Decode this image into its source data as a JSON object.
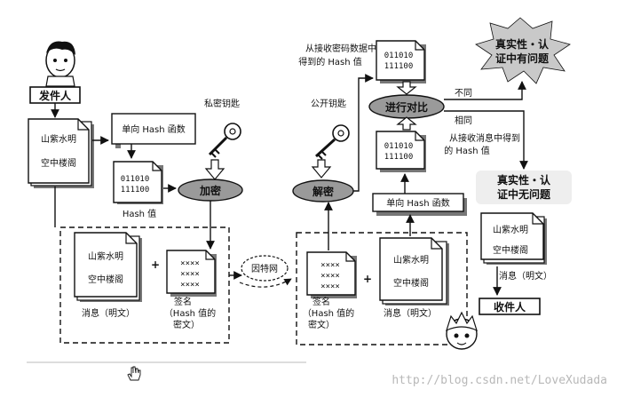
{
  "diagram": {
    "sender_label": "发件人",
    "receiver_label": "收件人",
    "message_line1": "山紫水明",
    "message_line2": "空中楼阁",
    "hash_box_label": "单向 Hash 函数",
    "hash_value_label": "Hash 值",
    "hash_digits_line1": "011010",
    "hash_digits_line2": "111100",
    "private_key_label": "私密钥匙",
    "public_key_label": "公开钥匙",
    "encrypt_label": "加密",
    "decrypt_label": "解密",
    "cross_marks": "××××",
    "plus_sign": "+",
    "message_caption": "消息（明文）",
    "signature_caption_line1": "签名",
    "signature_caption_line2": "（Hash 值的",
    "signature_caption_line3": "密文）",
    "internet_label": "因特网",
    "from_signature_line1": "从接收密码数据中",
    "from_signature_line2": "得到的 Hash 值",
    "from_message_line1": "从接收消息中得到",
    "from_message_line2": "的 Hash 值",
    "compare_label": "进行对比",
    "not_same_label": "不同",
    "same_label": "相同",
    "problem_line1": "真实性・认",
    "problem_line2": "证中有问题",
    "ok_line1": "真实性・认",
    "ok_line2": "证中无问题",
    "watermark": "http://blog.csdn.net/LoveXudada"
  },
  "colors": {
    "ink": "#111111",
    "oval_fill": "#9a9a9a",
    "burst_fill": "#c9c9c9",
    "box_fill": "#ffffff",
    "shadow": "#777777",
    "watermark": "#b8b8b8"
  },
  "icons": [
    "person-icon",
    "key-icon",
    "cursor-hand-icon"
  ]
}
